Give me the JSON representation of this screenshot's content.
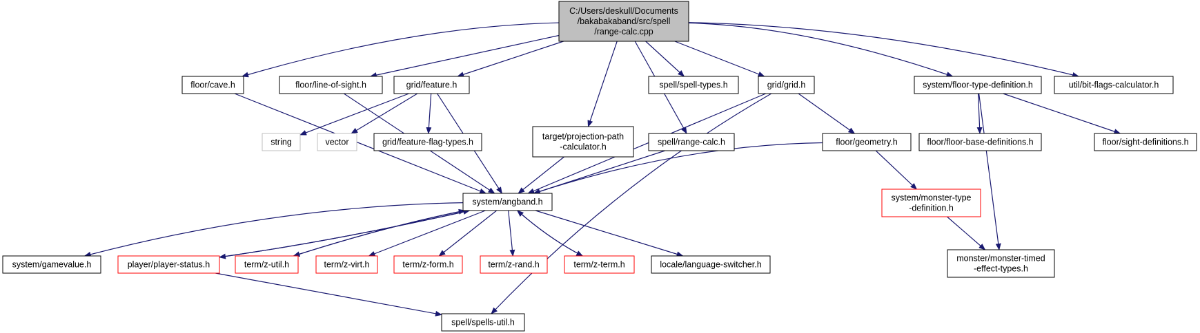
{
  "colors": {
    "edge": "#191970",
    "box_border_normal": "#000000",
    "box_border_truncated": "#ff0000",
    "box_border_external": "#bfbfbf",
    "root_fill": "#bfbfbf",
    "box_fill": "#ffffff"
  },
  "nodes": [
    {
      "id": "root",
      "kind": "root",
      "lines": [
        "C:/Users/deskull/Documents",
        "/bakabakaband/src/spell",
        "/range-calc.cpp"
      ]
    },
    {
      "id": "floor_cave",
      "kind": "normal",
      "lines": [
        "floor/cave.h"
      ]
    },
    {
      "id": "floor_los",
      "kind": "normal",
      "lines": [
        "floor/line-of-sight.h"
      ]
    },
    {
      "id": "grid_feature",
      "kind": "normal",
      "lines": [
        "grid/feature.h"
      ]
    },
    {
      "id": "target_ppc",
      "kind": "normal",
      "lines": [
        "target/projection-path",
        "-calculator.h"
      ]
    },
    {
      "id": "spell_types",
      "kind": "normal",
      "lines": [
        "spell/spell-types.h"
      ]
    },
    {
      "id": "spell_range",
      "kind": "normal",
      "lines": [
        "spell/range-calc.h"
      ]
    },
    {
      "id": "grid_grid",
      "kind": "normal",
      "lines": [
        "grid/grid.h"
      ]
    },
    {
      "id": "sys_floortype",
      "kind": "normal",
      "lines": [
        "system/floor-type-definition.h"
      ]
    },
    {
      "id": "util_bitflags",
      "kind": "normal",
      "lines": [
        "util/bit-flags-calculator.h"
      ]
    },
    {
      "id": "string",
      "kind": "external",
      "lines": [
        "string"
      ]
    },
    {
      "id": "vector",
      "kind": "external",
      "lines": [
        "vector"
      ]
    },
    {
      "id": "grid_ffl",
      "kind": "normal",
      "lines": [
        "grid/feature-flag-types.h"
      ]
    },
    {
      "id": "floor_geometry",
      "kind": "normal",
      "lines": [
        "floor/geometry.h"
      ]
    },
    {
      "id": "floor_base",
      "kind": "normal",
      "lines": [
        "floor/floor-base-definitions.h"
      ]
    },
    {
      "id": "floor_sight",
      "kind": "normal",
      "lines": [
        "floor/sight-definitions.h"
      ]
    },
    {
      "id": "sys_angband",
      "kind": "normal",
      "lines": [
        "system/angband.h"
      ]
    },
    {
      "id": "sys_montype",
      "kind": "truncated",
      "lines": [
        "system/monster-type",
        "-definition.h"
      ]
    },
    {
      "id": "mon_timed",
      "kind": "normal",
      "lines": [
        "monster/monster-timed",
        "-effect-types.h"
      ]
    },
    {
      "id": "sys_gamevalue",
      "kind": "normal",
      "lines": [
        "system/gamevalue.h"
      ]
    },
    {
      "id": "player_status",
      "kind": "truncated",
      "lines": [
        "player/player-status.h"
      ]
    },
    {
      "id": "term_zutil",
      "kind": "truncated",
      "lines": [
        "term/z-util.h"
      ]
    },
    {
      "id": "term_zvirt",
      "kind": "truncated",
      "lines": [
        "term/z-virt.h"
      ]
    },
    {
      "id": "term_zform",
      "kind": "truncated",
      "lines": [
        "term/z-form.h"
      ]
    },
    {
      "id": "term_zrand",
      "kind": "truncated",
      "lines": [
        "term/z-rand.h"
      ]
    },
    {
      "id": "term_zterm",
      "kind": "truncated",
      "lines": [
        "term/z-term.h"
      ]
    },
    {
      "id": "locale_ls",
      "kind": "normal",
      "lines": [
        "locale/language-switcher.h"
      ]
    },
    {
      "id": "spells_util",
      "kind": "normal",
      "lines": [
        "spell/spells-util.h"
      ]
    }
  ],
  "edges": [
    [
      "root",
      "floor_cave"
    ],
    [
      "root",
      "floor_los"
    ],
    [
      "root",
      "grid_feature"
    ],
    [
      "root",
      "target_ppc"
    ],
    [
      "root",
      "spell_types"
    ],
    [
      "root",
      "spell_range"
    ],
    [
      "root",
      "grid_grid"
    ],
    [
      "root",
      "sys_floortype"
    ],
    [
      "root",
      "util_bitflags"
    ],
    [
      "floor_cave",
      "sys_angband"
    ],
    [
      "floor_los",
      "sys_angband"
    ],
    [
      "grid_feature",
      "string"
    ],
    [
      "grid_feature",
      "vector"
    ],
    [
      "grid_feature",
      "grid_ffl"
    ],
    [
      "grid_feature",
      "sys_angband"
    ],
    [
      "target_ppc",
      "sys_angband"
    ],
    [
      "spell_range",
      "sys_angband"
    ],
    [
      "grid_grid",
      "sys_angband"
    ],
    [
      "grid_grid",
      "floor_geometry"
    ],
    [
      "grid_grid",
      "spells_util"
    ],
    [
      "floor_geometry",
      "sys_angband"
    ],
    [
      "floor_geometry",
      "sys_montype"
    ],
    [
      "sys_floortype",
      "floor_base"
    ],
    [
      "sys_floortype",
      "floor_sight"
    ],
    [
      "sys_floortype",
      "mon_timed"
    ],
    [
      "sys_montype",
      "mon_timed"
    ],
    [
      "sys_angband",
      "sys_gamevalue"
    ],
    [
      "sys_angband",
      "player_status"
    ],
    [
      "sys_angband",
      "term_zutil"
    ],
    [
      "sys_angband",
      "term_zvirt"
    ],
    [
      "sys_angband",
      "term_zform"
    ],
    [
      "sys_angband",
      "term_zrand"
    ],
    [
      "sys_angband",
      "term_zterm"
    ],
    [
      "sys_angband",
      "locale_ls"
    ],
    [
      "player_status",
      "sys_angband"
    ],
    [
      "term_zutil",
      "sys_angband"
    ],
    [
      "term_zterm",
      "sys_angband"
    ],
    [
      "player_status",
      "spells_util"
    ]
  ]
}
